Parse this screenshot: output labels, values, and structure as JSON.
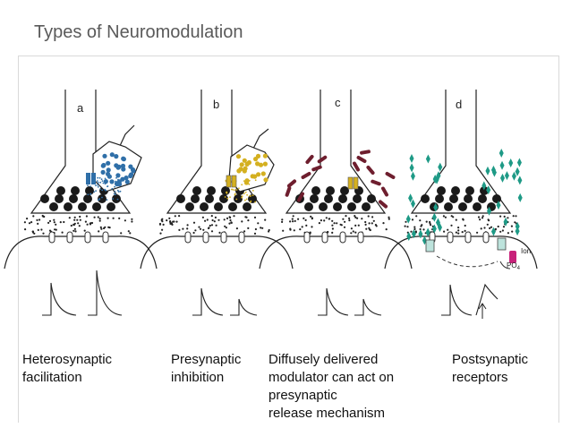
{
  "slide": {
    "title": "Types of Neuromodulation"
  },
  "panels": [
    {
      "letter": "a",
      "caption": "Heterosynaptic\nfacilitation"
    },
    {
      "letter": "b",
      "caption": "Presynaptic\ninhibition"
    },
    {
      "letter": "c",
      "caption": "Diffusely delivered\nmodulator can act on\npresynaptic\nrelease mechanism"
    },
    {
      "letter": "d",
      "caption": "Postsynaptic\nreceptors"
    }
  ],
  "labels": {
    "ion": "Ion",
    "po4": "PO",
    "po4_sub": "4"
  },
  "colors": {
    "blue": "#2f6fa8",
    "yellow": "#d4b020",
    "maroon": "#6e1e2e",
    "teal": "#1e9a86",
    "magenta": "#c8227a"
  }
}
